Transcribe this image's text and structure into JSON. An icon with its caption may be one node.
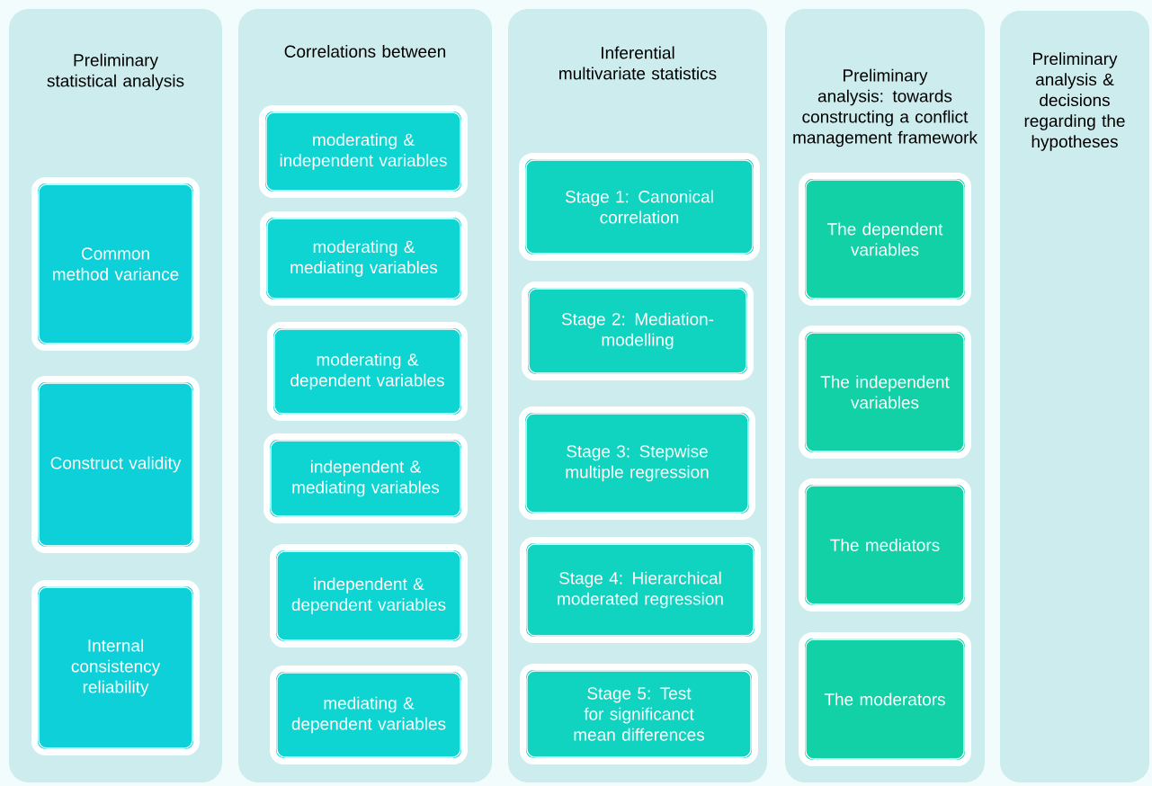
{
  "diagram": {
    "nodes": [
      {
        "text": [
          "Preliminary statistical analysis"
        ]
      },
      {
        "text": [
          "Common method variance"
        ],
        "in": 0
      },
      {
        "text": [
          "Construct validity"
        ],
        "in": 0
      },
      {
        "text": [
          "Internal consistency reliability"
        ],
        "in": 0
      },
      {
        "text": [
          "Correlations between"
        ]
      },
      {
        "text": [
          "moderating & independent variables"
        ],
        "in": 4
      },
      {
        "text": [
          "moderating & mediating variables"
        ],
        "in": 4
      },
      {
        "text": [
          "moderating & dependent variables"
        ],
        "in": 4
      },
      {
        "text": [
          "independent & mediating variables"
        ],
        "in": 4
      },
      {
        "text": [
          "independent & dependent variables"
        ],
        "in": 4
      },
      {
        "text": [
          "mediating & dependent variables"
        ],
        "in": 4
      },
      {
        "text": [
          "Inferential multivariate statistics"
        ]
      },
      {
        "text": [
          "Stage 1: Canonical correlation"
        ],
        "in": 11
      },
      {
        "text": [
          "Stage 2: Mediation-modelling"
        ],
        "in": 11
      },
      {
        "text": [
          "Stage 3: Stepwise multiple regression"
        ],
        "in": 11
      },
      {
        "text": [
          "Stage 4: Hierarchical moderated regression"
        ],
        "in": 11
      },
      {
        "text": [
          "Stage 5: Test for significanct mean differences"
        ],
        "in": 11
      },
      {
        "text": [
          "Preliminary analysis: towards constructing a conflict management framework"
        ]
      },
      {
        "text": [
          "The dependent variables"
        ],
        "in": 17
      },
      {
        "text": [
          "The independent variables"
        ],
        "in": 17
      },
      {
        "text": [
          "The mediators"
        ],
        "in": 17
      },
      {
        "text": [
          "The moderators"
        ],
        "in": 17
      },
      {
        "text": [
          "Preliminary analysis & decisions regarding the hypotheses"
        ]
      }
    ]
  }
}
